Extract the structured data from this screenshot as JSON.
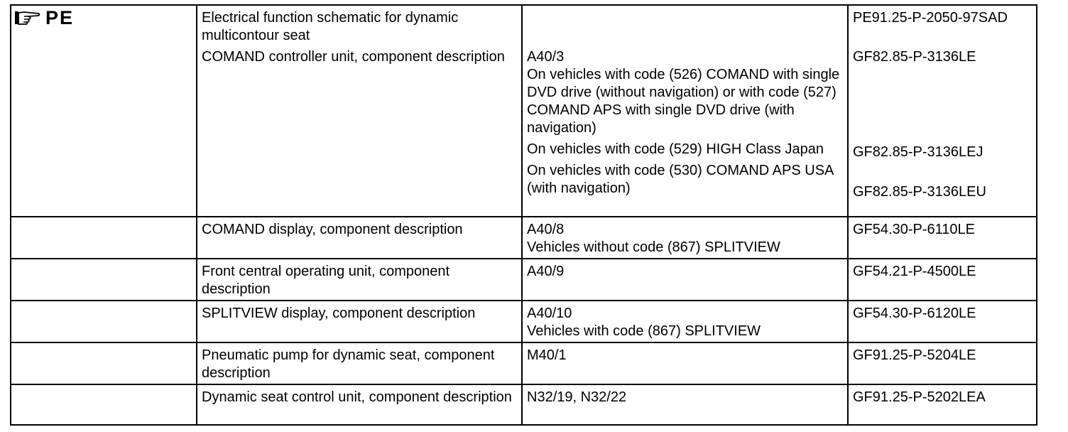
{
  "badge": {
    "icon": "pointing-hand-icon",
    "text": "PE"
  },
  "row1": {
    "desc1": "Electrical function schematic for dynamic multicontour seat",
    "ref1": "PE91.25-P-2050-97SAD",
    "desc2": "COMAND controller unit, component description",
    "comp2": "A40/3",
    "cond2a": "On vehicles with code (526) COMAND with single DVD drive (without navigation) or with code (527) COMAND APS with single DVD drive (with navigation)",
    "ref2a": "GF82.85-P-3136LE",
    "cond2b": "On vehicles with code (529) HIGH Class Japan",
    "ref2b": "GF82.85-P-3136LEJ",
    "cond2c": "On vehicles with code (530) COMAND APS USA (with navigation)",
    "ref2c": "GF82.85-P-3136LEU"
  },
  "rows": [
    {
      "desc": "COMAND display, component description",
      "comp": "A40/8",
      "cond": "Vehicles without code (867) SPLITVIEW",
      "ref": "GF54.30-P-6110LE"
    },
    {
      "desc": "Front central operating unit, component description",
      "comp": "A40/9",
      "cond": "",
      "ref": "GF54.21-P-4500LE"
    },
    {
      "desc": "SPLITVIEW display, component description",
      "comp": "A40/10",
      "cond": "Vehicles with code (867) SPLITVIEW",
      "ref": "GF54.30-P-6120LE"
    },
    {
      "desc": "Pneumatic pump for dynamic seat, component description",
      "comp": "M40/1",
      "cond": "",
      "ref": "GF91.25-P-5204LE"
    },
    {
      "desc": "Dynamic seat control unit, component description",
      "comp": "N32/19, N32/22",
      "cond": "",
      "ref": "GF91.25-P-5202LEA"
    }
  ]
}
